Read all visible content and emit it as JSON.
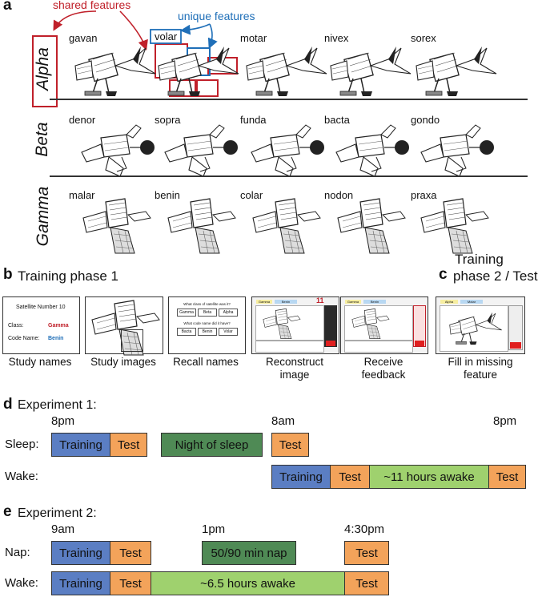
{
  "panel_a": {
    "letter": "a",
    "shared_label": "shared features",
    "unique_label": "unique features",
    "classes": [
      {
        "name": "Alpha",
        "satellites": [
          "gavan",
          "volar",
          "motar",
          "nivex",
          "sorex"
        ]
      },
      {
        "name": "Beta",
        "satellites": [
          "denor",
          "sopra",
          "funda",
          "bacta",
          "gondo"
        ]
      },
      {
        "name": "Gamma",
        "satellites": [
          "malar",
          "benin",
          "colar",
          "nodon",
          "praxa"
        ]
      }
    ]
  },
  "panel_b": {
    "letter": "b",
    "title": "Training phase 1",
    "study_screen": {
      "heading": "Satellite Number 10",
      "class_label": "Class:",
      "class_value": "Gamma",
      "code_label": "Code Name:",
      "code_value": "Benin"
    },
    "recall_screen": {
      "q1": "What class of satellite was it?",
      "class_options": [
        "Gamma",
        "Beta",
        "Alpha"
      ],
      "q2": "What code name did it have?",
      "name_options": [
        "Bacta",
        "Benin",
        "Volar"
      ]
    },
    "reconstruct_screen": {
      "tab1": "Gamma",
      "tab2": "Benin",
      "counter": "11"
    },
    "feedback_screen": {
      "tab1": "Gamma",
      "tab2": "Benin"
    },
    "captions": [
      "Study names",
      "Study images",
      "Recall names",
      "Reconstruct\nimage",
      "Receive\nfeedback"
    ]
  },
  "panel_c": {
    "letter": "c",
    "title_line1": "Training",
    "title_line2": "phase 2 / Test",
    "screen": {
      "tab1": "Alpha",
      "tab2": "Motar"
    },
    "caption": "Fill in missing\nfeature"
  },
  "panel_d": {
    "letter": "d",
    "title": "Experiment 1:",
    "times": [
      "8pm",
      "8am",
      "8pm"
    ],
    "sleep_row": {
      "label": "Sleep:",
      "bars": [
        "Training",
        "Test",
        "Night of sleep",
        "Test"
      ]
    },
    "wake_row": {
      "label": "Wake:",
      "bars": [
        "Training",
        "Test",
        "~11 hours awake",
        "Test"
      ]
    }
  },
  "panel_e": {
    "letter": "e",
    "title": "Experiment 2:",
    "times": [
      "9am",
      "1pm",
      "4:30pm"
    ],
    "nap_row": {
      "label": "Nap:",
      "bars": [
        "Training",
        "Test",
        "50/90 min nap",
        "Test"
      ]
    },
    "wake_row": {
      "label": "Wake:",
      "bars": [
        "Training",
        "Test",
        "~6.5 hours awake",
        "Test"
      ]
    }
  },
  "colors": {
    "red": "#c0202a",
    "blue": "#1f6fb8",
    "training": "#5b7ec3",
    "test": "#f3a35a",
    "sleep": "#4f8a55",
    "awake": "#9fd16e"
  }
}
